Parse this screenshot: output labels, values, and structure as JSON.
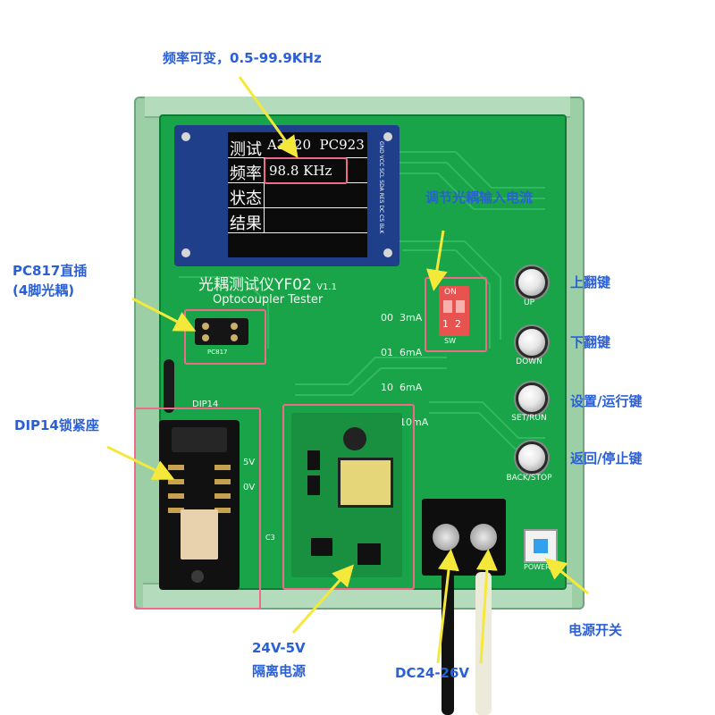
{
  "annotations": {
    "frequency": "频率可变，0.5-99.9KHz",
    "current_adjust": "调节光耦输入电流",
    "pc817": "PC817直插",
    "pc817_sub": "(4脚光耦)",
    "dip14": "DIP14锁紧座",
    "up_key": "上翻键",
    "down_key": "下翻键",
    "set_run_key": "设置/运行键",
    "back_stop_key": "返回/停止键",
    "power_switch": "电源开关",
    "isolated_psu": "24V-5V",
    "isolated_psu_sub": "隔离电源",
    "dc_input": "DC24-26V"
  },
  "lcd": {
    "row1_label": "测试",
    "row1_value": "A3120  PC923",
    "row2_label": "频率",
    "row2_value": "98.8 KHz",
    "row3_label": "状态",
    "row4_label": "结果",
    "side_pins": "GND VCC SCL SDA RES DC CS BLK"
  },
  "board": {
    "title_cn": "光耦测试仪YF02",
    "version": "V1.1",
    "title_en": "Optocoupler Tester",
    "pc817_label": "PC817",
    "dip14_label": "DIP14",
    "rail_5v": "5V",
    "rail_0v": "0V",
    "c3_label": "C3",
    "current_table": [
      "00  3mA",
      "01  6mA",
      "10  6mA",
      "11  10mA"
    ],
    "dip_switch": {
      "on_label": "ON",
      "pos_labels": "1  2",
      "sw_label": "SW"
    },
    "buttons": [
      "UP",
      "DOWN",
      "SET/RUN",
      "BACK/STOP"
    ],
    "power_label": "POWER"
  },
  "colors": {
    "pcb": "#1aa44a",
    "case": "#9ccfa6",
    "callout_text": "#2a5fd6",
    "highlight_box": "#f06a8a",
    "arrow": "#f4e93b",
    "power_button": "#33a0ee"
  }
}
